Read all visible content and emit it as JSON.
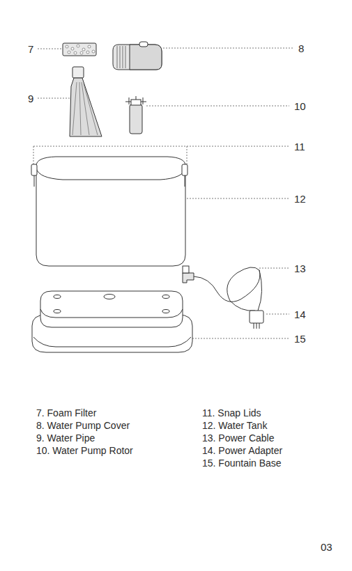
{
  "diagram": {
    "labels": [
      "7",
      "8",
      "9",
      "10",
      "11",
      "12",
      "13",
      "14",
      "15",
      "7. Foam Filter",
      "8. Water Pump Cover",
      "9. Water Pipe",
      "10. Water Pump Rotor",
      "11. Snap Lids",
      "12. Water Tank",
      "13. Power Cable",
      "14. Power Adapter",
      "15. Fountain Base",
      "03"
    ]
  }
}
